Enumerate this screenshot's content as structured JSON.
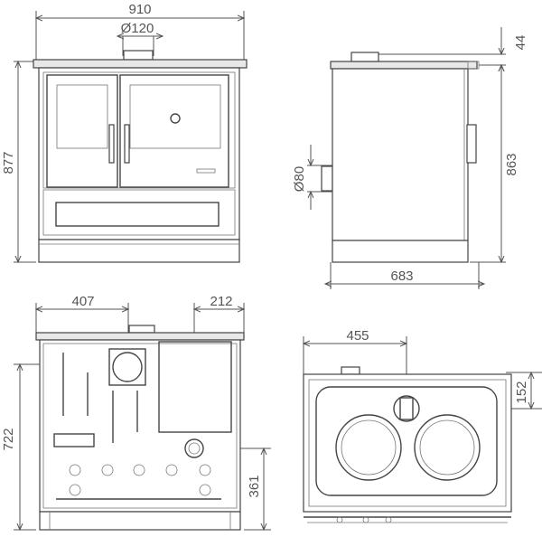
{
  "dimensions": {
    "front_width": "910",
    "flue_diameter": "Ø120",
    "front_height": "877",
    "top_height": "44",
    "side_height": "863",
    "side_flue_diameter": "Ø80",
    "side_depth": "683",
    "rear_offset_left": "407",
    "rear_offset_right": "212",
    "rear_height": "722",
    "rear_outlet_height": "361",
    "top_offset": "455",
    "top_depth_offset": "152"
  }
}
